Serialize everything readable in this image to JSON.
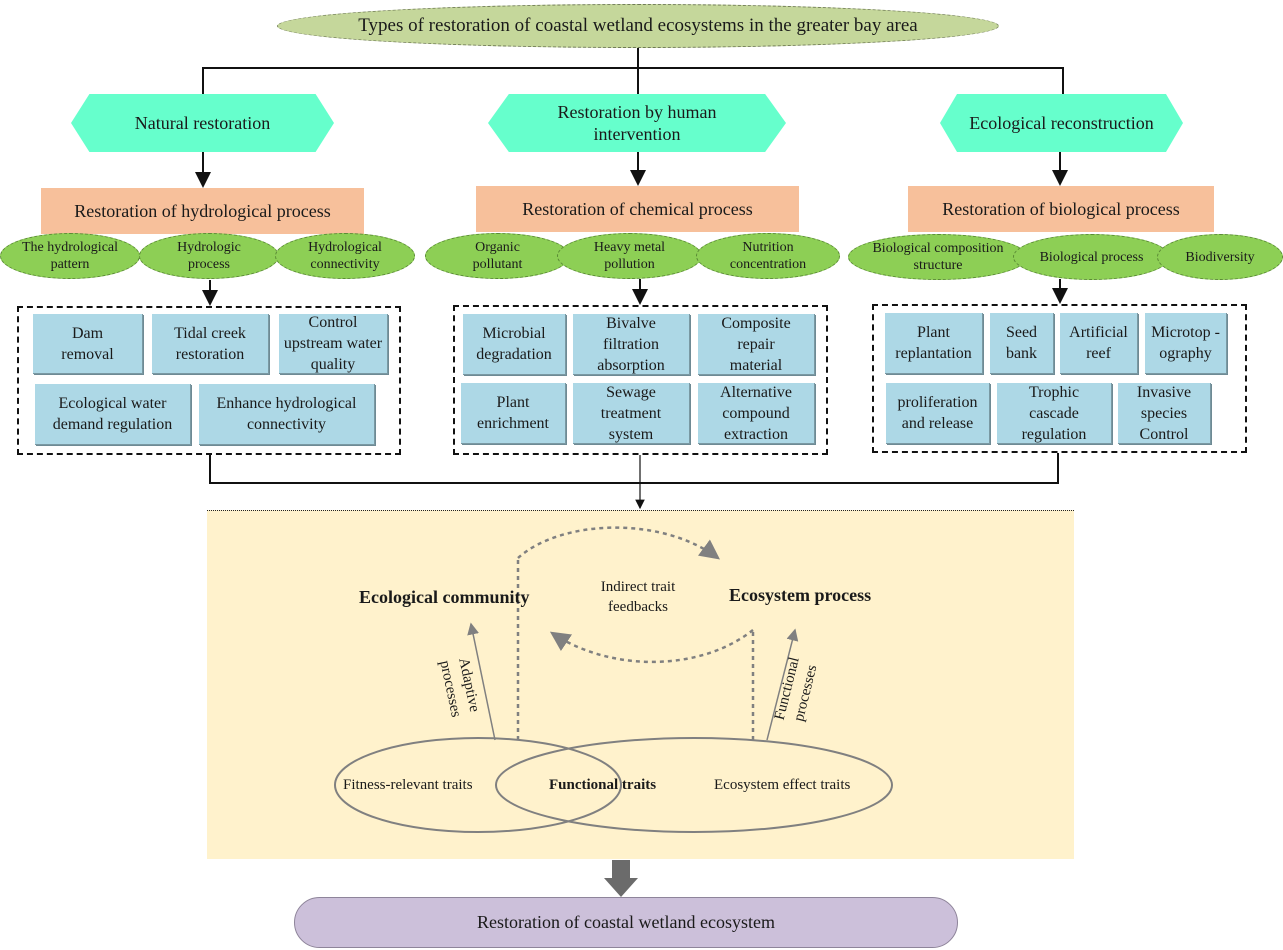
{
  "title": "Types of restoration of coastal wetland ecosystems in the greater bay area",
  "branches": [
    {
      "type": "Natural restoration",
      "process": "Restoration of hydrological process",
      "aspects": [
        "The hydrological pattern",
        "Hydrologic process",
        "Hydrological connectivity"
      ],
      "measures": [
        "Dam removal",
        "Tidal creek restoration",
        "Control upstream water quality",
        "Ecological water demand regulation",
        "Enhance hydrological connectivity"
      ]
    },
    {
      "type": "Restoration by human intervention",
      "process": "Restoration of chemical process",
      "aspects": [
        "Organic pollutant",
        "Heavy metal pollution",
        "Nutrition concentration"
      ],
      "measures": [
        "Microbial degradation",
        "Bivalve filtration absorption",
        "Composite repair material",
        "Plant enrichment",
        "Sewage treatment system",
        "Alternative compound extraction"
      ]
    },
    {
      "type": "Ecological reconstruction",
      "process": "Restoration of biological process",
      "aspects": [
        "Biological composition structure",
        "Biological process",
        "Biodiversity"
      ],
      "measures": [
        "Plant replantation",
        "Seed bank",
        "Artificial reef",
        "Microtop -ography",
        "proliferation and release",
        "Trophic cascade regulation",
        "Invasive species Control"
      ]
    }
  ],
  "trait_framework": {
    "ecological_community": "Ecological community",
    "ecosystem_process": "Ecosystem process",
    "feedback_label": "Indirect trait feedbacks",
    "adaptive_label": "Adaptive processes",
    "functional_label": "Functional processes",
    "fitness_traits": "Fitness-relevant traits",
    "functional_traits": "Functional traits",
    "effect_traits": "Ecosystem effect traits"
  },
  "outcome": "Restoration of coastal wetland ecosystem",
  "colors": {
    "title_fill": "#c5d79b",
    "type_fill": "#66ffcc",
    "process_fill": "#f7c09b",
    "aspect_fill": "#8dcf55",
    "measure_fill": "#add8e6",
    "panel_fill": "#fff2cc",
    "outcome_fill": "#ccc0da"
  }
}
